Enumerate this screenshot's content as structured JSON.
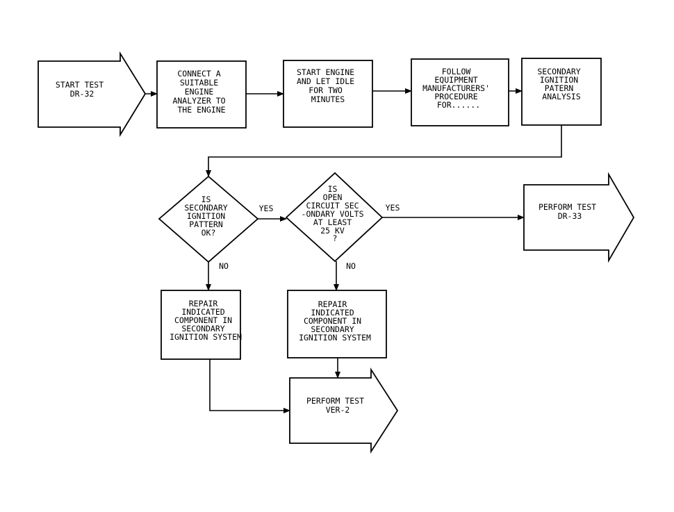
{
  "nodes": {
    "start": {
      "lines": [
        "START TEST",
        "DR-32"
      ]
    },
    "connect": {
      "lines": [
        "CONNECT A",
        "SUITABLE",
        "ENGINE",
        "ANALYZER TO",
        "THE ENGINE"
      ]
    },
    "start_engine": {
      "lines": [
        "START ENGINE",
        "AND LET IDLE",
        "FOR TWO",
        "MINUTES"
      ]
    },
    "follow": {
      "lines": [
        "FOLLOW",
        "EQUIPMENT",
        "MANUFACTURERS'",
        "PROCEDURE",
        "FOR......"
      ]
    },
    "secondary_analysis": {
      "lines": [
        "SECONDARY",
        "IGNITION",
        "PATERN",
        "ANALYSIS"
      ]
    },
    "decision_pattern": {
      "lines": [
        "IS",
        "SECONDARY",
        "IGNITION",
        "PATTERN",
        "OK?"
      ]
    },
    "decision_volts": {
      "lines": [
        "IS",
        "OPEN",
        "CIRCUIT SEC",
        "-ONDARY VOLTS",
        "AT LEAST",
        "25 KV",
        "?"
      ]
    },
    "perform_dr33": {
      "lines": [
        "PERFORM TEST",
        "DR-33"
      ]
    },
    "repair_1": {
      "lines": [
        "REPAIR",
        "INDICATED",
        "COMPONENT IN",
        "SECONDARY",
        "IGNITION SYSTEM"
      ]
    },
    "repair_2": {
      "lines": [
        "REPAIR",
        "INDICATED",
        "COMPONENT IN",
        "SECONDARY",
        "IGNITION SYSTEM"
      ]
    },
    "perform_ver2": {
      "lines": [
        "PERFORM TEST",
        "VER-2"
      ]
    }
  },
  "edge_labels": {
    "yes_1": "YES",
    "no_1": "NO",
    "yes_2": "YES",
    "no_2": "NO"
  }
}
